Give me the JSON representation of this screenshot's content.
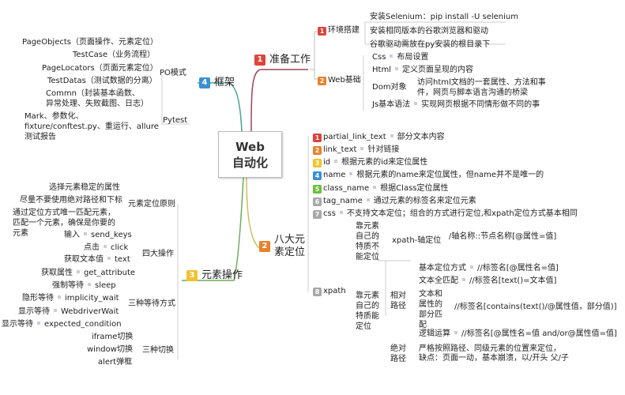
{
  "center": {
    "line1": "Web",
    "line2": "自动化"
  },
  "branches": {
    "prep": {
      "label": "准备工作",
      "badge": "1",
      "badge_color": "#e0443a",
      "env": {
        "label": "环境搭建",
        "badge": "1",
        "badge_color": "#d9443b",
        "items": [
          "安装Selenium：pip install -U selenium",
          "安装相同版本的谷歌浏览器和驱动",
          "谷歌驱动需放在py安装的根目录下"
        ]
      },
      "web": {
        "label": "Web基础",
        "badge": "2",
        "badge_color": "#e8812c",
        "items": [
          {
            "key": "Css",
            "value": "布局设置"
          },
          {
            "key": "Html",
            "value": "定义页面呈现的内容"
          },
          {
            "key": "Dom对象",
            "value": "访问html文档的一套属性、方法和事件，网页与脚本语言沟通的桥梁"
          },
          {
            "key": "Js基本语法",
            "value": "实现网页根据不同情形做不同的事"
          }
        ]
      }
    },
    "locators": {
      "label": "八大元素定位",
      "badge": "2",
      "badge_color": "#e8812c",
      "items": [
        {
          "badge": "1",
          "badge_color": "#e0443a",
          "key": "partial_link_text",
          "value": "部分文本内容"
        },
        {
          "badge": "2",
          "badge_color": "#e8812c",
          "key": "link_text",
          "value": "针对链接"
        },
        {
          "badge": "3",
          "badge_color": "#f2c230",
          "key": "id",
          "value": "根据元素的id来定位属性"
        },
        {
          "badge": "4",
          "badge_color": "#3a8fd6",
          "key": "name",
          "value": "根据元素的name来定位属性，但name并不是唯一的"
        },
        {
          "badge": "5",
          "badge_color": "#6bbf3a",
          "key": "class_name",
          "value": "根据Class定位属性"
        },
        {
          "badge": "6",
          "badge_color": "#a8a8a8",
          "key": "tag_name",
          "value": "通过元素的标签名来定位元素"
        },
        {
          "badge": "7",
          "badge_color": "#a8a8a8",
          "key": "css",
          "value": "不支持文本定位；组合的方式进行定位,和xpath定位方式基本相同"
        }
      ],
      "xpath": {
        "badge": "8",
        "badge_color": "#a8a8a8",
        "label": "xpath",
        "cannot": {
          "label": "靠元素自己的特质不能定位",
          "axis": {
            "label": "xpath-轴定位",
            "value": "/轴名称::节点名称[@属性=值]"
          }
        },
        "can": {
          "label": "靠元素自己的特质能定位",
          "relative": {
            "label": "相对路径",
            "items": [
              {
                "key": "基本定位方式",
                "value": "//标签名[@属性名=值]"
              },
              {
                "key": "文本全匹配",
                "value": "//标签名[text()=文本值]"
              },
              {
                "key": "文本和属性的部分匹配",
                "value": "//标签名[contains(text()/@属性值，部分值)]"
              },
              {
                "key": "逻辑运算",
                "value": "//标签名[@属性名=值 and/or@属性值=值]"
              }
            ]
          },
          "absolute": {
            "label": "绝对路径",
            "value_line1": "严格按照路径、同级元素的位置来定位，",
            "value_line2": "缺点：页面一动，基本崩溃，以/开头  父/子"
          }
        }
      }
    },
    "ops": {
      "label": "元素操作",
      "badge": "3",
      "badge_color": "#f2c230",
      "principles": {
        "label": "元素定位原则",
        "items": [
          "选择元素稳定的属性",
          "尽量不要使用绝对路径和下标",
          "通过定位方式唯一匹配元素，匹配一个元素，确保是你要的元素"
        ]
      },
      "four": {
        "label": "四大操作",
        "items": [
          {
            "key": "输入",
            "value": "send_keys"
          },
          {
            "key": "点击",
            "value": "click"
          },
          {
            "key": "获取文本值",
            "value": "text"
          },
          {
            "key": "获取属性",
            "value": "get_attribute"
          }
        ]
      },
      "waits": {
        "label": "三种等待方式",
        "items": [
          {
            "key": "强制等待",
            "value": "sleep"
          },
          {
            "key": "隐形等待",
            "value": "implicity_wait"
          },
          {
            "key": "显示等待",
            "value": "WebdriverWait"
          },
          {
            "key": "显示等待",
            "value": "expected_condition"
          }
        ]
      },
      "switches": {
        "label": "三种切换",
        "items": [
          "iframe切换",
          "window切换",
          "alert弹框"
        ]
      }
    },
    "framework": {
      "label": "框架",
      "badge": "4",
      "badge_color": "#3a8fd6",
      "po": {
        "label": "PO模式",
        "items": [
          "PageObjects（页面操作、元素定位）",
          "TestCase（业务流程）",
          "PageLocators（页面元素定位）",
          "TestDatas（测试数据的分离）",
          "Commn（封装基本函数、异常处理、失败截图、日志）"
        ]
      },
      "pytest": {
        "label": "Pytest",
        "value": "Mark、参数化、fixture/conftest.py、重运行、allure测试报告"
      }
    }
  }
}
